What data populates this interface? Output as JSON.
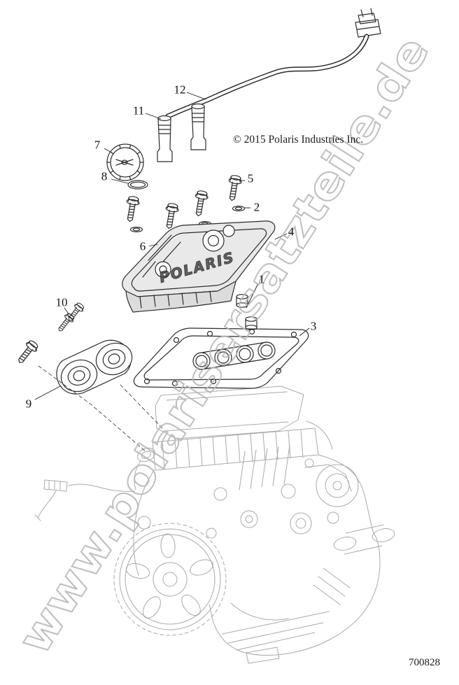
{
  "diagram": {
    "copyright": "© 2015 Polaris Industries Inc.",
    "part_number": "700828",
    "watermark": "www.polarisersatzteile.de",
    "cover_logo_text": "POLARIS",
    "callouts": [
      {
        "label": "1"
      },
      {
        "label": "2"
      },
      {
        "label": "3"
      },
      {
        "label": "4"
      },
      {
        "label": "5"
      },
      {
        "label": "6"
      },
      {
        "label": "7"
      },
      {
        "label": "8"
      },
      {
        "label": "9"
      },
      {
        "label": "10"
      },
      {
        "label": "11"
      },
      {
        "label": "12"
      }
    ]
  },
  "colors": {
    "ink": "#2b2b2b",
    "ghost": "#a9a9a9",
    "watermark": "#b6b6b6",
    "background": "#ffffff"
  }
}
